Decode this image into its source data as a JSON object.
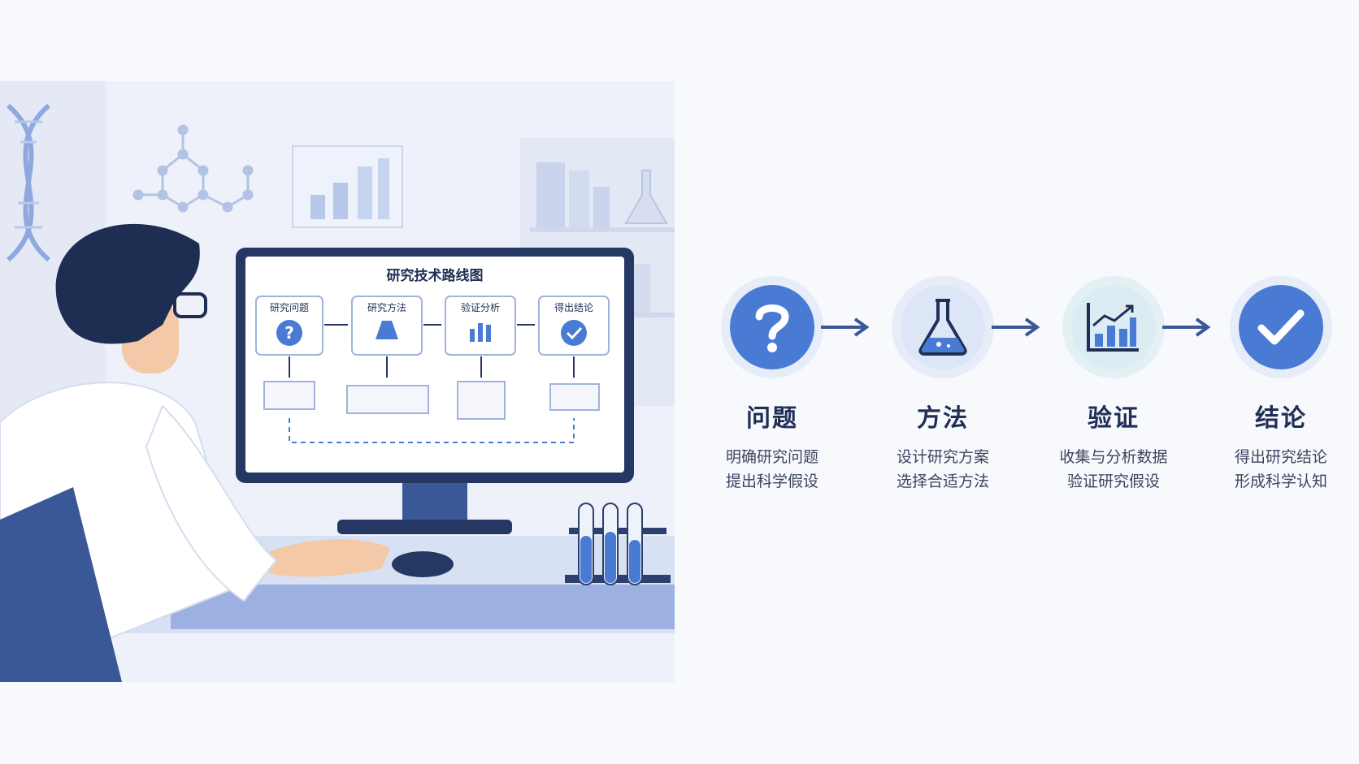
{
  "illustration": {
    "monitor_title": "研究技术路线图",
    "boxes": [
      {
        "label": "研究问题",
        "icon": "question-icon"
      },
      {
        "label": "研究方法",
        "icon": "flask-icon"
      },
      {
        "label": "验证分析",
        "icon": "chart-icon"
      },
      {
        "label": "得出结论",
        "icon": "check-icon"
      }
    ]
  },
  "steps": [
    {
      "title": "问题",
      "line1": "明确研究问题",
      "line2": "提出科学假设",
      "icon": "question-icon"
    },
    {
      "title": "方法",
      "line1": "设计研究方案",
      "line2": "选择合适方法",
      "icon": "flask-icon"
    },
    {
      "title": "验证",
      "line1": "收集与分析数据",
      "line2": "验证研究假设",
      "icon": "chart-icon"
    },
    {
      "title": "结论",
      "line1": "得出研究结论",
      "line2": "形成科学认知",
      "icon": "check-icon"
    }
  ],
  "colors": {
    "primary": "#4a7bd4",
    "navy": "#1f2f55",
    "light_circle": "#e6edf8",
    "teal_circle": "#e3f1f5"
  }
}
